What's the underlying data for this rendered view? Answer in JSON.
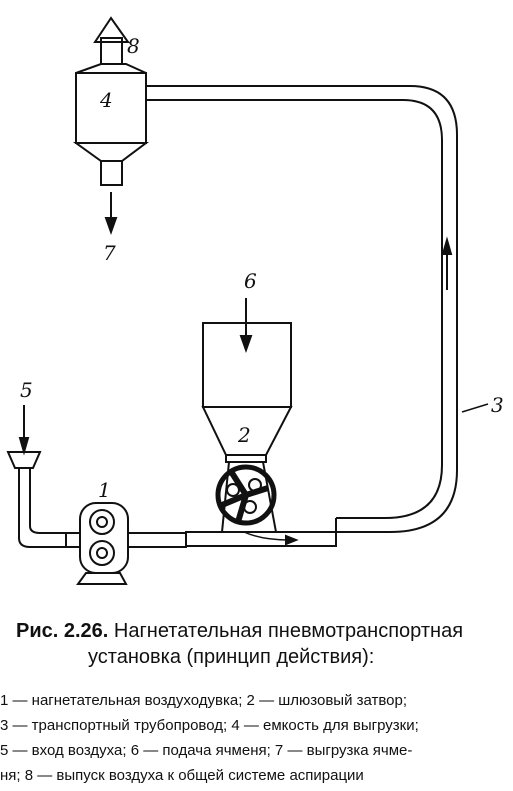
{
  "labels": {
    "n1": "1",
    "n2": "2",
    "n3": "3",
    "n4": "4",
    "n5": "5",
    "n6": "6",
    "n7": "7",
    "n8": "8"
  },
  "caption": {
    "figure_number": "Рис. 2.26.",
    "title_line1": "Нагнетательная пневмотранспортная",
    "title_line2": "установка (принцип действия):"
  },
  "legend_lines": [
    "1 — нагнетательная воздуходувка; 2 — шлюзовый затвор;",
    "3 — транспортный трубопровод; 4 — емкость для выгрузки;",
    "5 — вход воздуха; 6 — подача ячменя; 7 — выгрузка ячме-",
    "ня; 8 — выпуск воздуха к общей системе аспирации"
  ]
}
